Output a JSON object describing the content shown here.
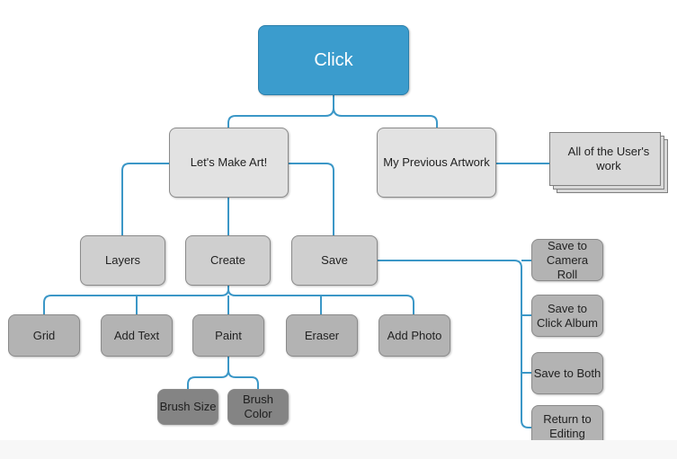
{
  "diagram": {
    "root": "Click",
    "main_branches": {
      "make_art": "Let's Make Art!",
      "previous_artwork": "My Previous Artwork"
    },
    "previous_artwork_child": "All of the User's work",
    "make_art_children": {
      "layers": "Layers",
      "create": "Create",
      "save": "Save"
    },
    "create_children": {
      "grid": "Grid",
      "add_text": "Add Text",
      "paint": "Paint",
      "eraser": "Eraser",
      "add_photo": "Add Photo"
    },
    "paint_children": {
      "brush_size": "Brush Size",
      "brush_color": "Brush Color"
    },
    "save_children": {
      "camera_roll": "Save to Camera Roll",
      "click_album": "Save to Click Album",
      "both": "Save to Both",
      "return": "Return to Editing"
    }
  },
  "colors": {
    "connector": "#3b97c7",
    "root_fill": "#3b9ccd",
    "level1_fill": "#e2e2e2",
    "level2_fill": "#cfcfcf",
    "level3_fill": "#b3b3b3",
    "level4_fill": "#848484"
  }
}
